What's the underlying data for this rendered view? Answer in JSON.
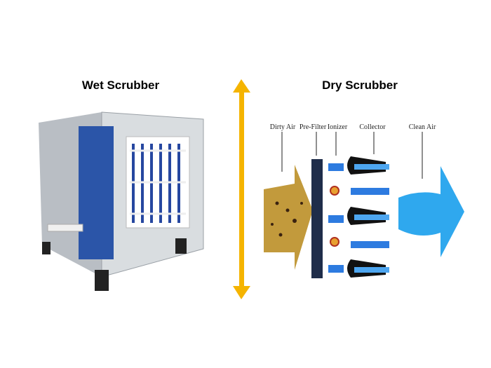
{
  "left_panel": {
    "title": "Wet Scrubber"
  },
  "right_panel": {
    "title": "Dry Scrubber",
    "labels": [
      "Dirty Air",
      "Pre-Filter",
      "Ionizer",
      "Collector",
      "Clean Air"
    ]
  },
  "colors": {
    "divider_arrow": "#f5b400",
    "clean_air": "#2fa8ee",
    "dirty_air": "#b58a2a"
  }
}
